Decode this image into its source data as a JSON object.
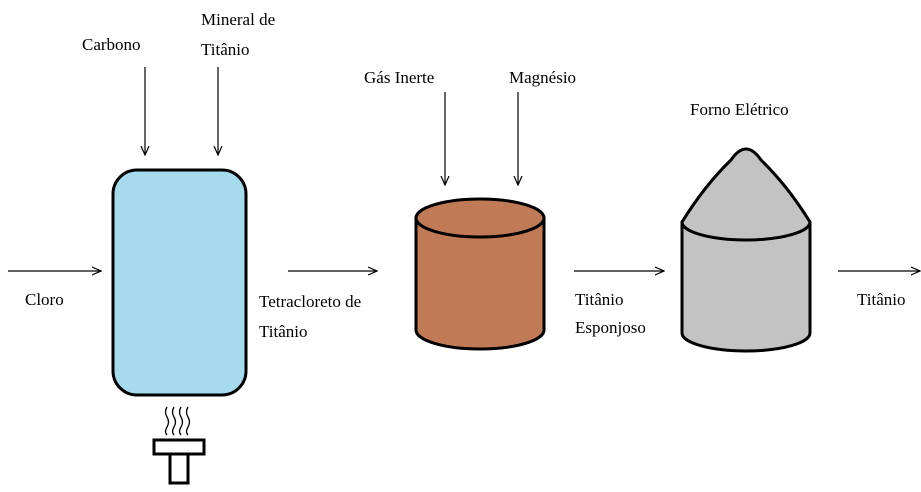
{
  "colors": {
    "reactor_fill": "#a5dbeb",
    "reduction_vessel_fill": "#c07a55",
    "furnace_fill": "#c3c3c3",
    "stroke": "#000000",
    "background": "#ffffff"
  },
  "labels": {
    "carbono": "Carbono",
    "mineral_line1": "Mineral de",
    "mineral_line2": "Titânio",
    "cloro": "Cloro",
    "tetracloreto_line1": "Tetracloreto de",
    "tetracloreto_line2": "Titânio",
    "gas_inerte": "Gás Inerte",
    "magnesio": "Magnésio",
    "titanio_esponjoso_line1": "Titânio",
    "titanio_esponjoso_line2": "Esponjoso",
    "forno_eletrico": "Forno Elétrico",
    "titanio_final": "Titânio"
  },
  "icons": {
    "heater": "burner-icon",
    "heat": "heat-waves-icon"
  }
}
